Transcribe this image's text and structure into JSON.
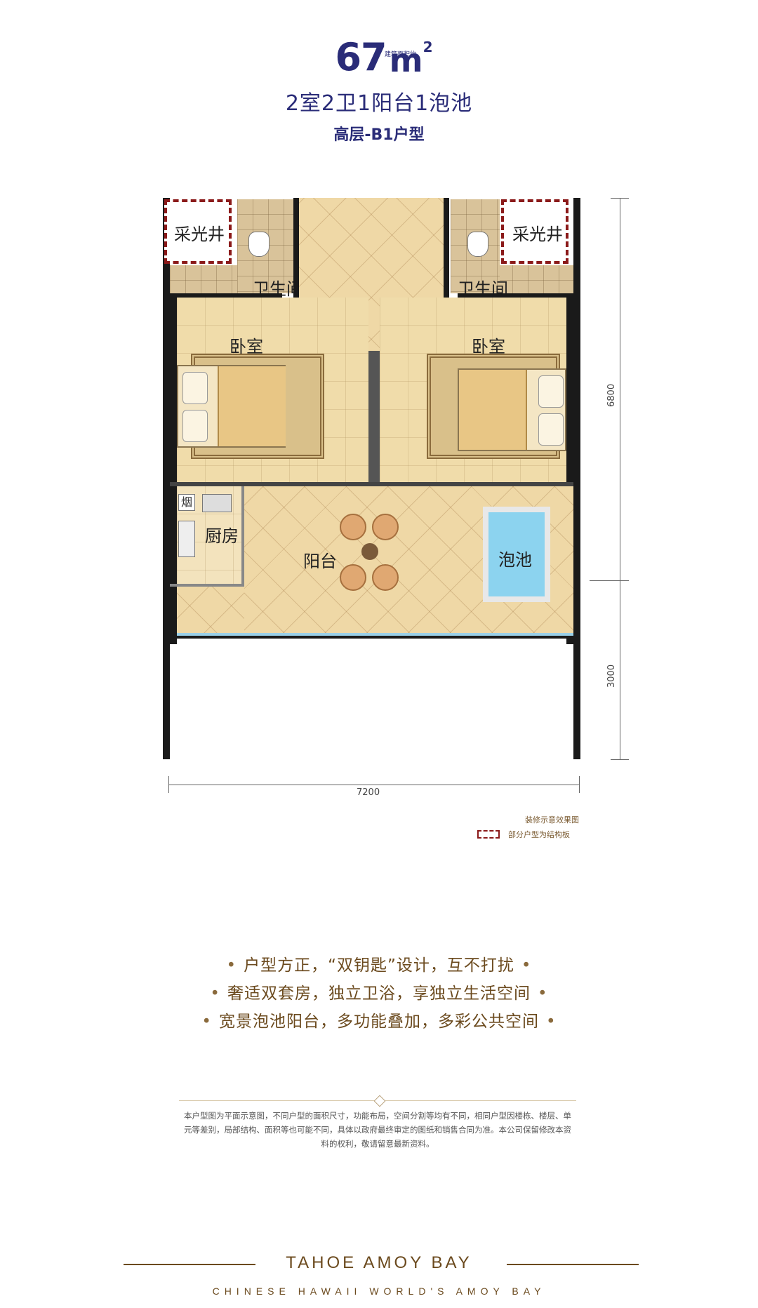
{
  "header": {
    "area_number": "67",
    "area_unit": "m",
    "area_sup": "2",
    "area_label": "建筑面积约",
    "layout": "2室2卫1阳台1泡池",
    "unit_type": "高层-B1户型"
  },
  "plan": {
    "rooms": {
      "light_well_left": "采光井",
      "light_well_right": "采光井",
      "bathroom_left": "卫生间",
      "bathroom_right": "卫生间",
      "bedroom_left": "卧室",
      "bedroom_right": "卧室",
      "kitchen": "厨房",
      "balcony": "阳台",
      "pool": "泡池",
      "kitchen_stove_char": "烟"
    },
    "dimensions": {
      "width": "7200",
      "depth_upper": "6800",
      "depth_lower": "3000"
    }
  },
  "notes": {
    "render_note": "装修示意效果图",
    "legend_note": "部分户型为结构板"
  },
  "features": [
    "户型方正，“双钥匙”设计，互不打扰",
    "奢适双套房，独立卫浴，享独立生活空间",
    "宽景泡池阳台，多功能叠加，多彩公共空间"
  ],
  "feature_bullet": "•",
  "disclaimer": "本户型图为平面示意图，不同户型的面积尺寸，功能布局，空间分割等均有不同，相同户型因楼栋、楼层、单元等差别，局部结构、面积等也可能不同，具体以政府最终审定的图纸和销售合同为准。本公司保留修改本资料的权利，敬请留意最新资料。",
  "brand": {
    "name": "TAHOE AMOY BAY",
    "tagline": "CHINESE HAWAII WORLD'S AMOY BAY"
  },
  "colors": {
    "title_blue": "#2a2c78",
    "brand_brown": "#6b4a1e",
    "dashed_red": "#8b1a1a"
  }
}
